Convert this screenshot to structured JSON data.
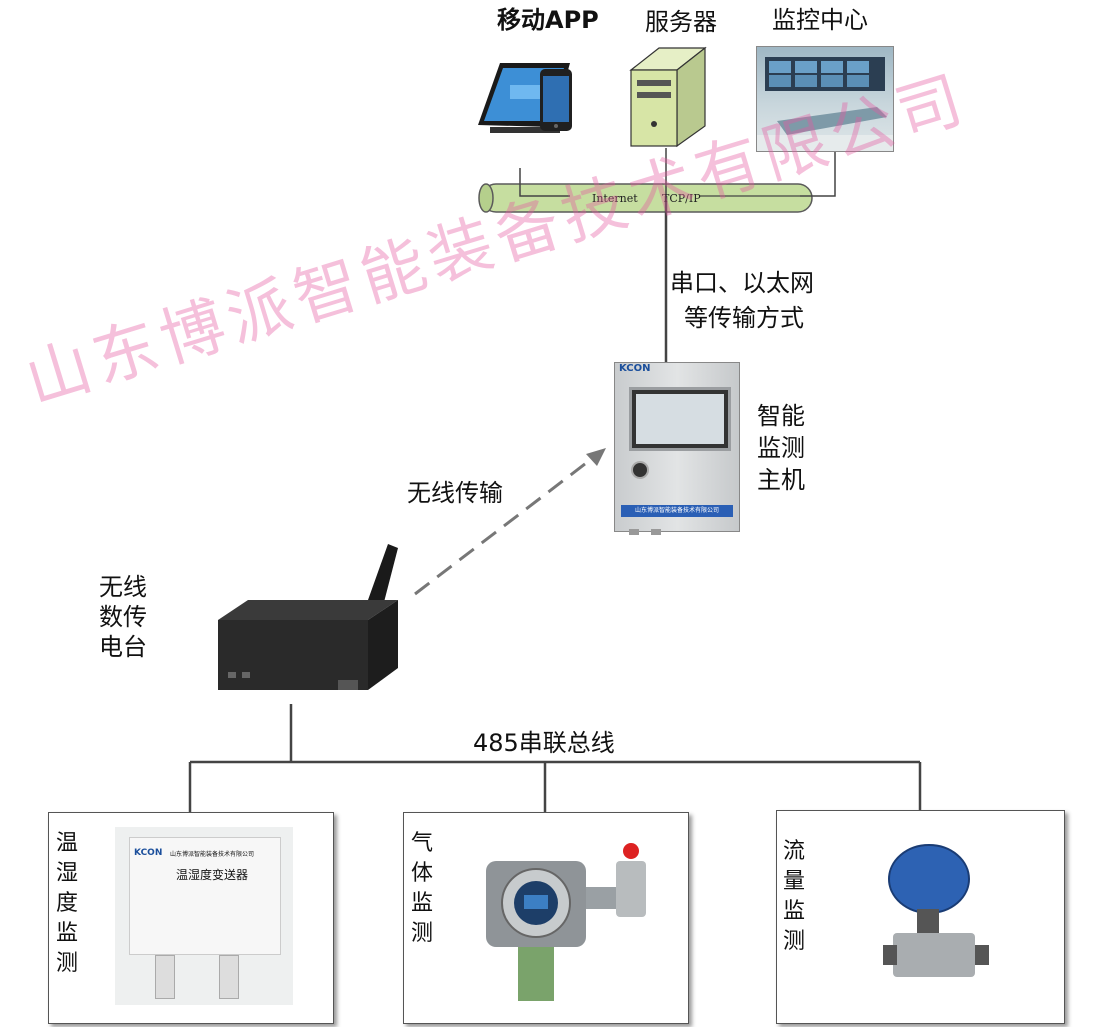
{
  "top": {
    "mobile_app": "移动APP",
    "server": "服务器",
    "monitor_center": "监控中心"
  },
  "network": {
    "internet": "Internet",
    "tcpip": "TCP/IP"
  },
  "link_to_host": {
    "line1": "串口、以太网",
    "line2": "等传输方式"
  },
  "host": {
    "label": "智能监测主机",
    "brand": "KCON",
    "plate": "山东博派智能装备技术有限公司"
  },
  "wireless": {
    "label": "无线传输"
  },
  "radio": {
    "label": "无线数传电台"
  },
  "bus": {
    "label": "485串联总线"
  },
  "devices": [
    {
      "label": "温湿度监测",
      "brand": "KCON",
      "company": "山东博派智能装备技术有限公司",
      "product": "温湿度变送器"
    },
    {
      "label": "气体监测"
    },
    {
      "label": "流量监测"
    }
  ],
  "watermark": "山东博派智能装备技术有限公司",
  "colors": {
    "pipe": "#c6dea0",
    "line": "#444444",
    "watermark": "#e65aa0"
  }
}
